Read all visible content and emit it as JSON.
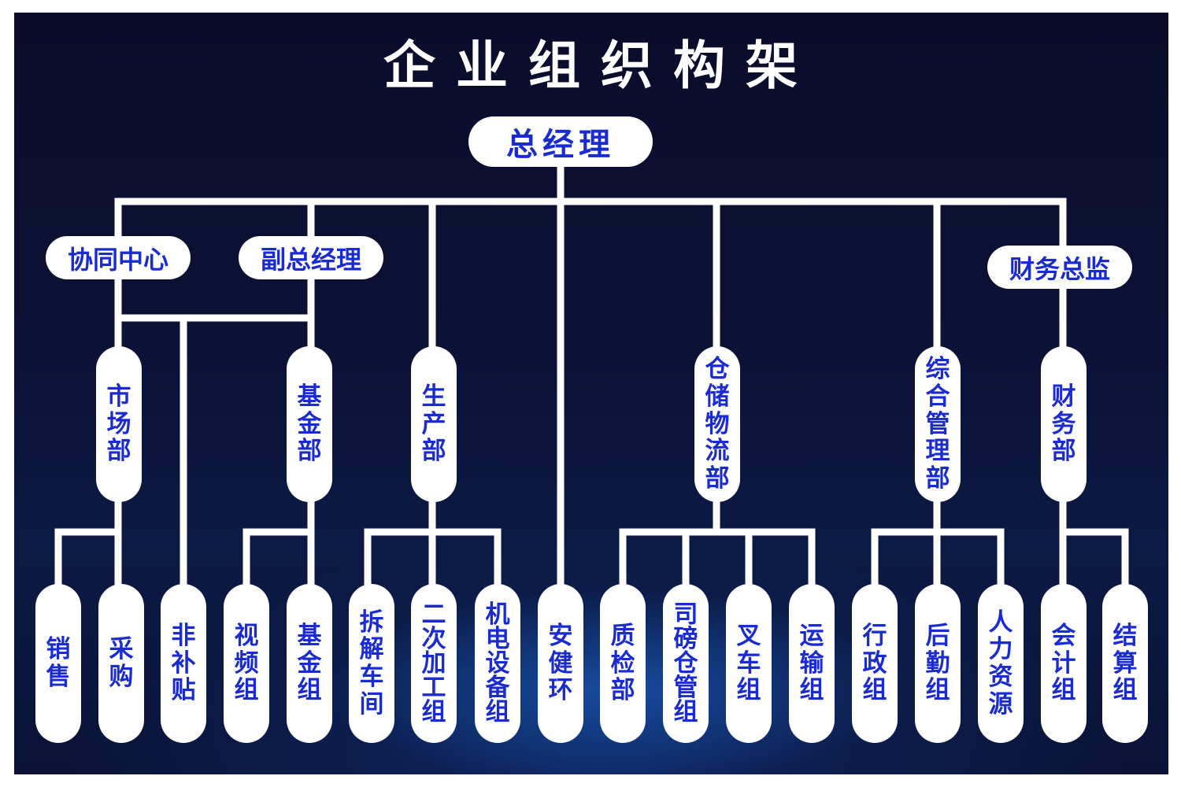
{
  "title": "企业组织构架",
  "colors": {
    "line": "#ffffff",
    "box": "#ffffff",
    "text": "#1a2bd0",
    "background": "#0b0c2a"
  },
  "top": {
    "label": "总经理"
  },
  "second": {
    "xietong": "协同中心",
    "fuzong": "副总经理",
    "caiwuzongjian": "财务总监"
  },
  "departments": {
    "shichang": "市场部",
    "jijin": "基金部",
    "shengchan": "生产部",
    "cangchu": "仓储物流部",
    "zonghe": "综合管理部",
    "caiwu": "财务部"
  },
  "groups": {
    "xiaoshou": "销售",
    "caigou": "采购",
    "feibutie": "非补贴",
    "shipin": "视频组",
    "jijinzu": "基金组",
    "chaijie": "拆解车间",
    "erci": "二次加工组",
    "jidian": "机电设备组",
    "anjianhuan": "安健环",
    "zhijian": "质检部",
    "sibang": "司磅仓管组",
    "chache": "叉车组",
    "yunshu": "运输组",
    "xingzheng": "行政组",
    "houqin": "后勤组",
    "renli": "人力资源",
    "kuaiji": "会计组",
    "jiesuan": "结算组"
  }
}
